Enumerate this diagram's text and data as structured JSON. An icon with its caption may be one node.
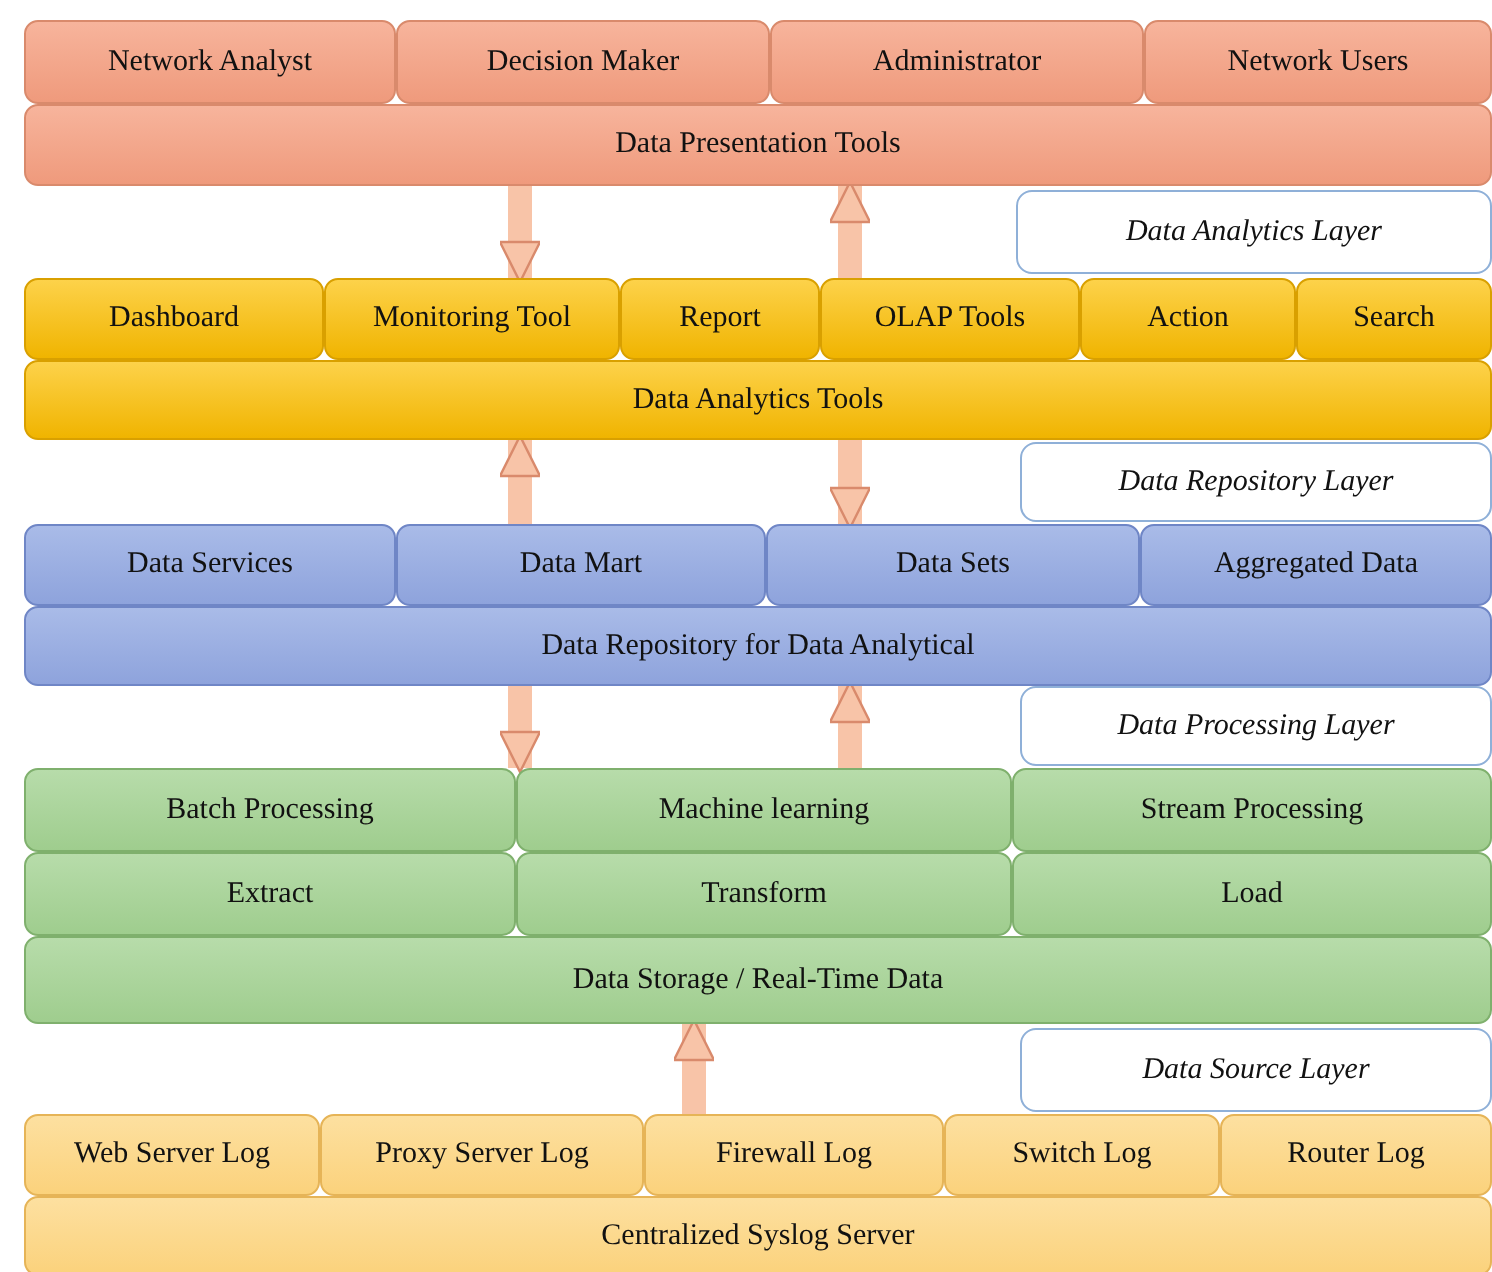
{
  "diagram": {
    "nodes": [
      {
        "text": [
          "Network Analyst"
        ]
      },
      {
        "text": [
          "Decision Maker"
        ]
      },
      {
        "text": [
          "Administrator"
        ]
      },
      {
        "text": [
          "Network Users"
        ]
      },
      {
        "text": [
          "Data Presentation Tools"
        ]
      },
      {
        "text": [
          "Data Analytics Layer"
        ]
      },
      {
        "text": [
          "Dashboard"
        ]
      },
      {
        "text": [
          "Monitoring Tool"
        ]
      },
      {
        "text": [
          "Report"
        ]
      },
      {
        "text": [
          "OLAP Tools"
        ]
      },
      {
        "text": [
          "Action"
        ]
      },
      {
        "text": [
          "Search"
        ]
      },
      {
        "text": [
          "Data Analytics Tools"
        ]
      },
      {
        "text": [
          "Data Repository Layer"
        ]
      },
      {
        "text": [
          "Data Services"
        ]
      },
      {
        "text": [
          "Data Mart"
        ]
      },
      {
        "text": [
          "Data Sets"
        ]
      },
      {
        "text": [
          "Aggregated Data"
        ]
      },
      {
        "text": [
          "Data Repository for Data Analytical"
        ]
      },
      {
        "text": [
          "Data Processing Layer"
        ]
      },
      {
        "text": [
          "Batch Processing"
        ]
      },
      {
        "text": [
          "Machine learning"
        ]
      },
      {
        "text": [
          "Stream Processing"
        ]
      },
      {
        "text": [
          "Extract"
        ]
      },
      {
        "text": [
          "Transform"
        ]
      },
      {
        "text": [
          "Load"
        ]
      },
      {
        "text": [
          "Data Storage / Real-Time Data"
        ]
      },
      {
        "text": [
          "Data Source Layer"
        ]
      },
      {
        "text": [
          "Web Server Log"
        ]
      },
      {
        "text": [
          "Proxy Server Log"
        ]
      },
      {
        "text": [
          "Firewall Log"
        ]
      },
      {
        "text": [
          "Switch Log"
        ]
      },
      {
        "text": [
          "Router Log"
        ]
      },
      {
        "text": [
          "Centralized Syslog Server"
        ]
      }
    ],
    "edges": [
      {
        "from": 4,
        "to": 7,
        "arrow": "to"
      },
      {
        "from": 9,
        "to": 4,
        "arrow": "to"
      },
      {
        "from": 15,
        "to": 12,
        "arrow": "to"
      },
      {
        "from": 12,
        "to": 16,
        "arrow": "to"
      },
      {
        "from": 18,
        "to": 21,
        "arrow": "to"
      },
      {
        "from": 21,
        "to": 18,
        "arrow": "to"
      },
      {
        "from": 30,
        "to": 26,
        "arrow": "to"
      }
    ]
  }
}
